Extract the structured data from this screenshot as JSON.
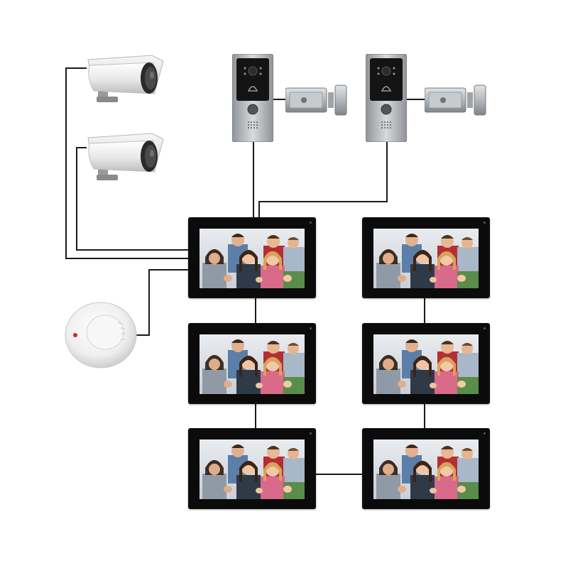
{
  "diagram": {
    "devices": {
      "cameras": [
        {
          "id": "camera-1"
        },
        {
          "id": "camera-2"
        }
      ],
      "door_stations": [
        {
          "id": "door-station-1"
        },
        {
          "id": "door-station-2"
        }
      ],
      "door_locks": [
        {
          "id": "door-lock-1"
        },
        {
          "id": "door-lock-2"
        }
      ],
      "smoke_detector": {
        "id": "smoke-detector"
      },
      "monitors": [
        {
          "id": "monitor-1",
          "column": "left",
          "row": 1
        },
        {
          "id": "monitor-2",
          "column": "right",
          "row": 1
        },
        {
          "id": "monitor-3",
          "column": "left",
          "row": 2
        },
        {
          "id": "monitor-4",
          "column": "right",
          "row": 2
        },
        {
          "id": "monitor-5",
          "column": "left",
          "row": 3
        },
        {
          "id": "monitor-6",
          "column": "right",
          "row": 3
        }
      ]
    },
    "connections": [
      {
        "from": "camera-1",
        "to": "monitor-1"
      },
      {
        "from": "camera-2",
        "to": "monitor-1"
      },
      {
        "from": "door-station-1",
        "to": "monitor-1"
      },
      {
        "from": "door-station-2",
        "to": "monitor-1"
      },
      {
        "from": "smoke-detector",
        "to": "monitor-1"
      },
      {
        "from": "monitor-1",
        "to": "monitor-3"
      },
      {
        "from": "monitor-3",
        "to": "monitor-5"
      },
      {
        "from": "monitor-2",
        "to": "monitor-4"
      },
      {
        "from": "monitor-4",
        "to": "monitor-6"
      },
      {
        "from": "monitor-5",
        "to": "monitor-6"
      }
    ],
    "colors": {
      "wire": "#1a1a1a",
      "monitor_bezel": "#0b0b0b",
      "door_station_panel": "#b9bcc0",
      "camera_body": "#eeeeee",
      "lock_body": "#bfc3c7",
      "smoke_led": "#e02020"
    }
  }
}
